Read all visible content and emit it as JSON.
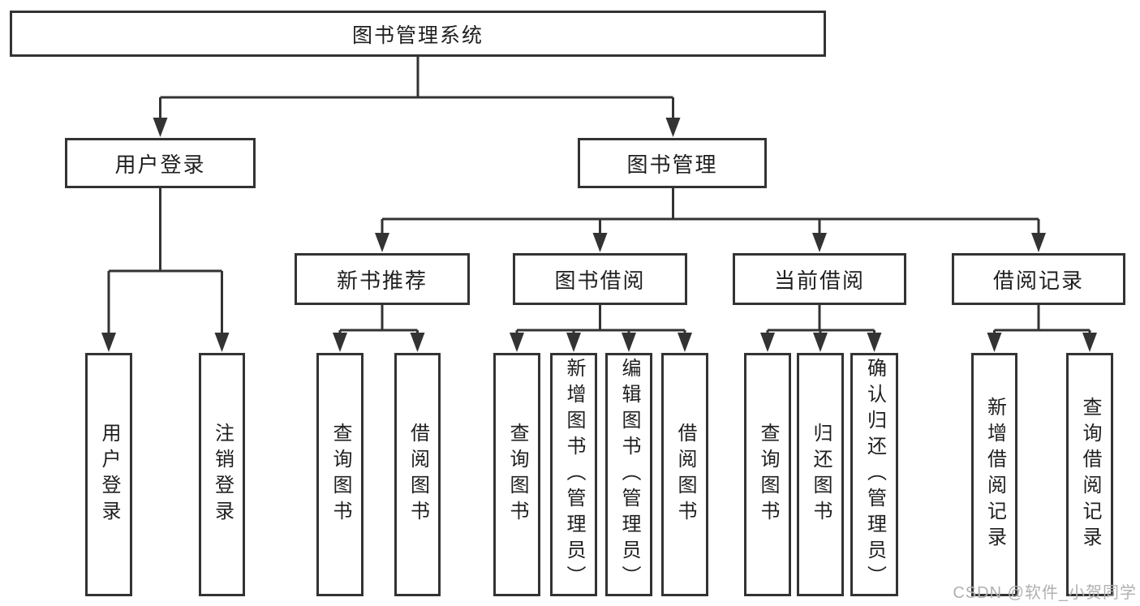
{
  "tree": {
    "root": {
      "label": "图书管理系统"
    },
    "level2": [
      {
        "label": "用户登录"
      },
      {
        "label": "图书管理"
      }
    ],
    "level3": [
      {
        "label": "新书推荐"
      },
      {
        "label": "图书借阅"
      },
      {
        "label": "当前借阅"
      },
      {
        "label": "借阅记录"
      }
    ],
    "leaves": {
      "user_login": [
        {
          "label": "用户登录"
        },
        {
          "label": "注销登录"
        }
      ],
      "new_book_recommendation": [
        {
          "label": "查询图书"
        },
        {
          "label": "借阅图书"
        }
      ],
      "book_borrowing": [
        {
          "label": "查询图书"
        },
        {
          "label": "新增图书（管理员）"
        },
        {
          "label": "编辑图书（管理员）"
        },
        {
          "label": "借阅图书"
        }
      ],
      "current_borrowing": [
        {
          "label": "查询图书"
        },
        {
          "label": "归还图书"
        },
        {
          "label": "确认归还（管理员）"
        }
      ],
      "borrowing_records": [
        {
          "label": "新增借阅记录"
        },
        {
          "label": "查询借阅记录"
        }
      ]
    }
  },
  "watermark": {
    "text": "CSDN @软件_小贺同学"
  },
  "colors": {
    "line": "#333333",
    "text": "#1f1f1f",
    "background": "#ffffff",
    "watermark": "#b0b0b0"
  }
}
